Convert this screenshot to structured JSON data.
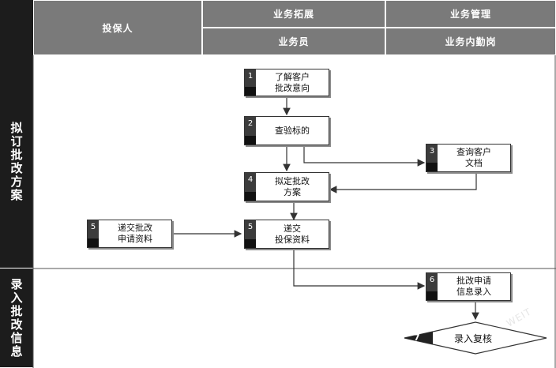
{
  "header": {
    "insurer": "投保人",
    "dept_expansion": "业务拓展",
    "dept_management": "业务管理",
    "role_salesman": "业务员",
    "role_internal": "业务内勤岗"
  },
  "lanes": {
    "lane1": "拟订批改方案",
    "lane2": "录入批改信息"
  },
  "steps": {
    "s1": {
      "num": "1",
      "text": "了解客户\n批改意向"
    },
    "s2": {
      "num": "2",
      "text": "查验标的"
    },
    "s3": {
      "num": "3",
      "text": "查询客户\n文档"
    },
    "s4": {
      "num": "4",
      "text": "拟定批改\n方案"
    },
    "s5a": {
      "num": "5",
      "text": "递交批改\n申请资料"
    },
    "s5b": {
      "num": "5",
      "text": "递交\n投保资料"
    },
    "s6": {
      "num": "6",
      "text": "批改申请\n信息录入"
    },
    "s7": {
      "num": "7",
      "text": "录入复核"
    }
  },
  "watermark": "WEIT",
  "colors": {
    "header_bg": "#7a7a7a",
    "lane_bg": "#1c1c1c",
    "line": "#333333"
  }
}
